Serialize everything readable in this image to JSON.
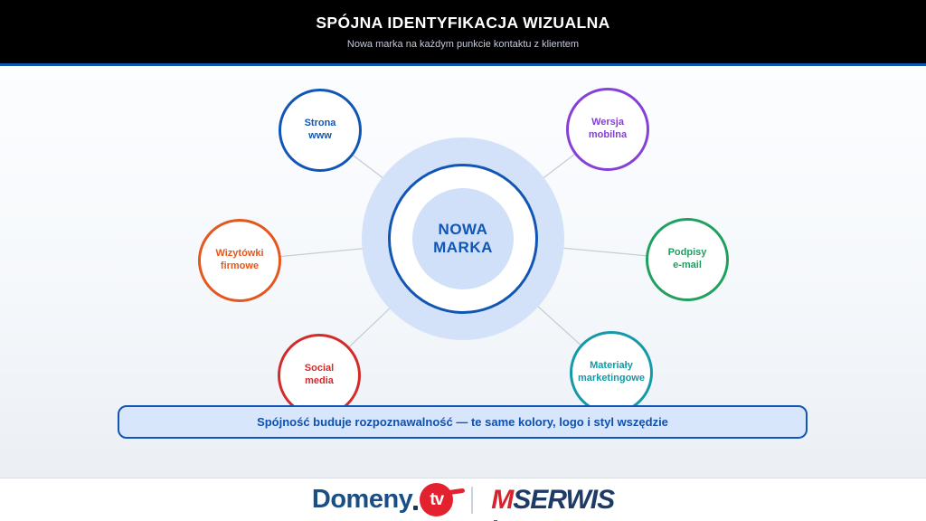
{
  "header": {
    "title": "SPÓJNA IDENTYFIKACJA WIZUALNA",
    "subtitle": "Nowa marka na każdym punkcie kontaktu z klientem"
  },
  "diagram": {
    "center": {
      "line1": "NOWA",
      "line2": "MARKA",
      "color": "#1156b4"
    },
    "nodes": [
      {
        "id": "strona-www",
        "line1": "Strona",
        "line2": "www",
        "color": "#1156b4"
      },
      {
        "id": "wersja-mobilna",
        "line1": "Wersja",
        "line2": "mobilna",
        "color": "#8640d8"
      },
      {
        "id": "wizytowki-firmowe",
        "line1": "Wizytówki",
        "line2": "firmowe",
        "color": "#e4571d"
      },
      {
        "id": "podpisy-email",
        "line1": "Podpisy",
        "line2": "e-mail",
        "color": "#1fa05e"
      },
      {
        "id": "social-media",
        "line1": "Social",
        "line2": "media",
        "color": "#d32b2b"
      },
      {
        "id": "materialy-marketingowe",
        "line1": "Materiały",
        "line2": "marketingowe",
        "color": "#1499a8"
      }
    ],
    "callout_text": "Spójność buduje rozpoznawalność — te same kolory, logo i styl wszędzie"
  },
  "footer": {
    "domeny_logo": {
      "name": "Domeny",
      "tld": "tv"
    },
    "mserwis_logo": {
      "m": "M",
      "serwis": "SERWIS"
    }
  },
  "colors": {
    "header_accent": "#1156b4",
    "halo": "#d4e2f9",
    "callout_bg": "#d8e6fb",
    "callout_border": "#1156b4",
    "domeny_blue": "#1a4f85",
    "logo_red": "#e3212f",
    "mserwis_navy": "#1e3a66"
  }
}
